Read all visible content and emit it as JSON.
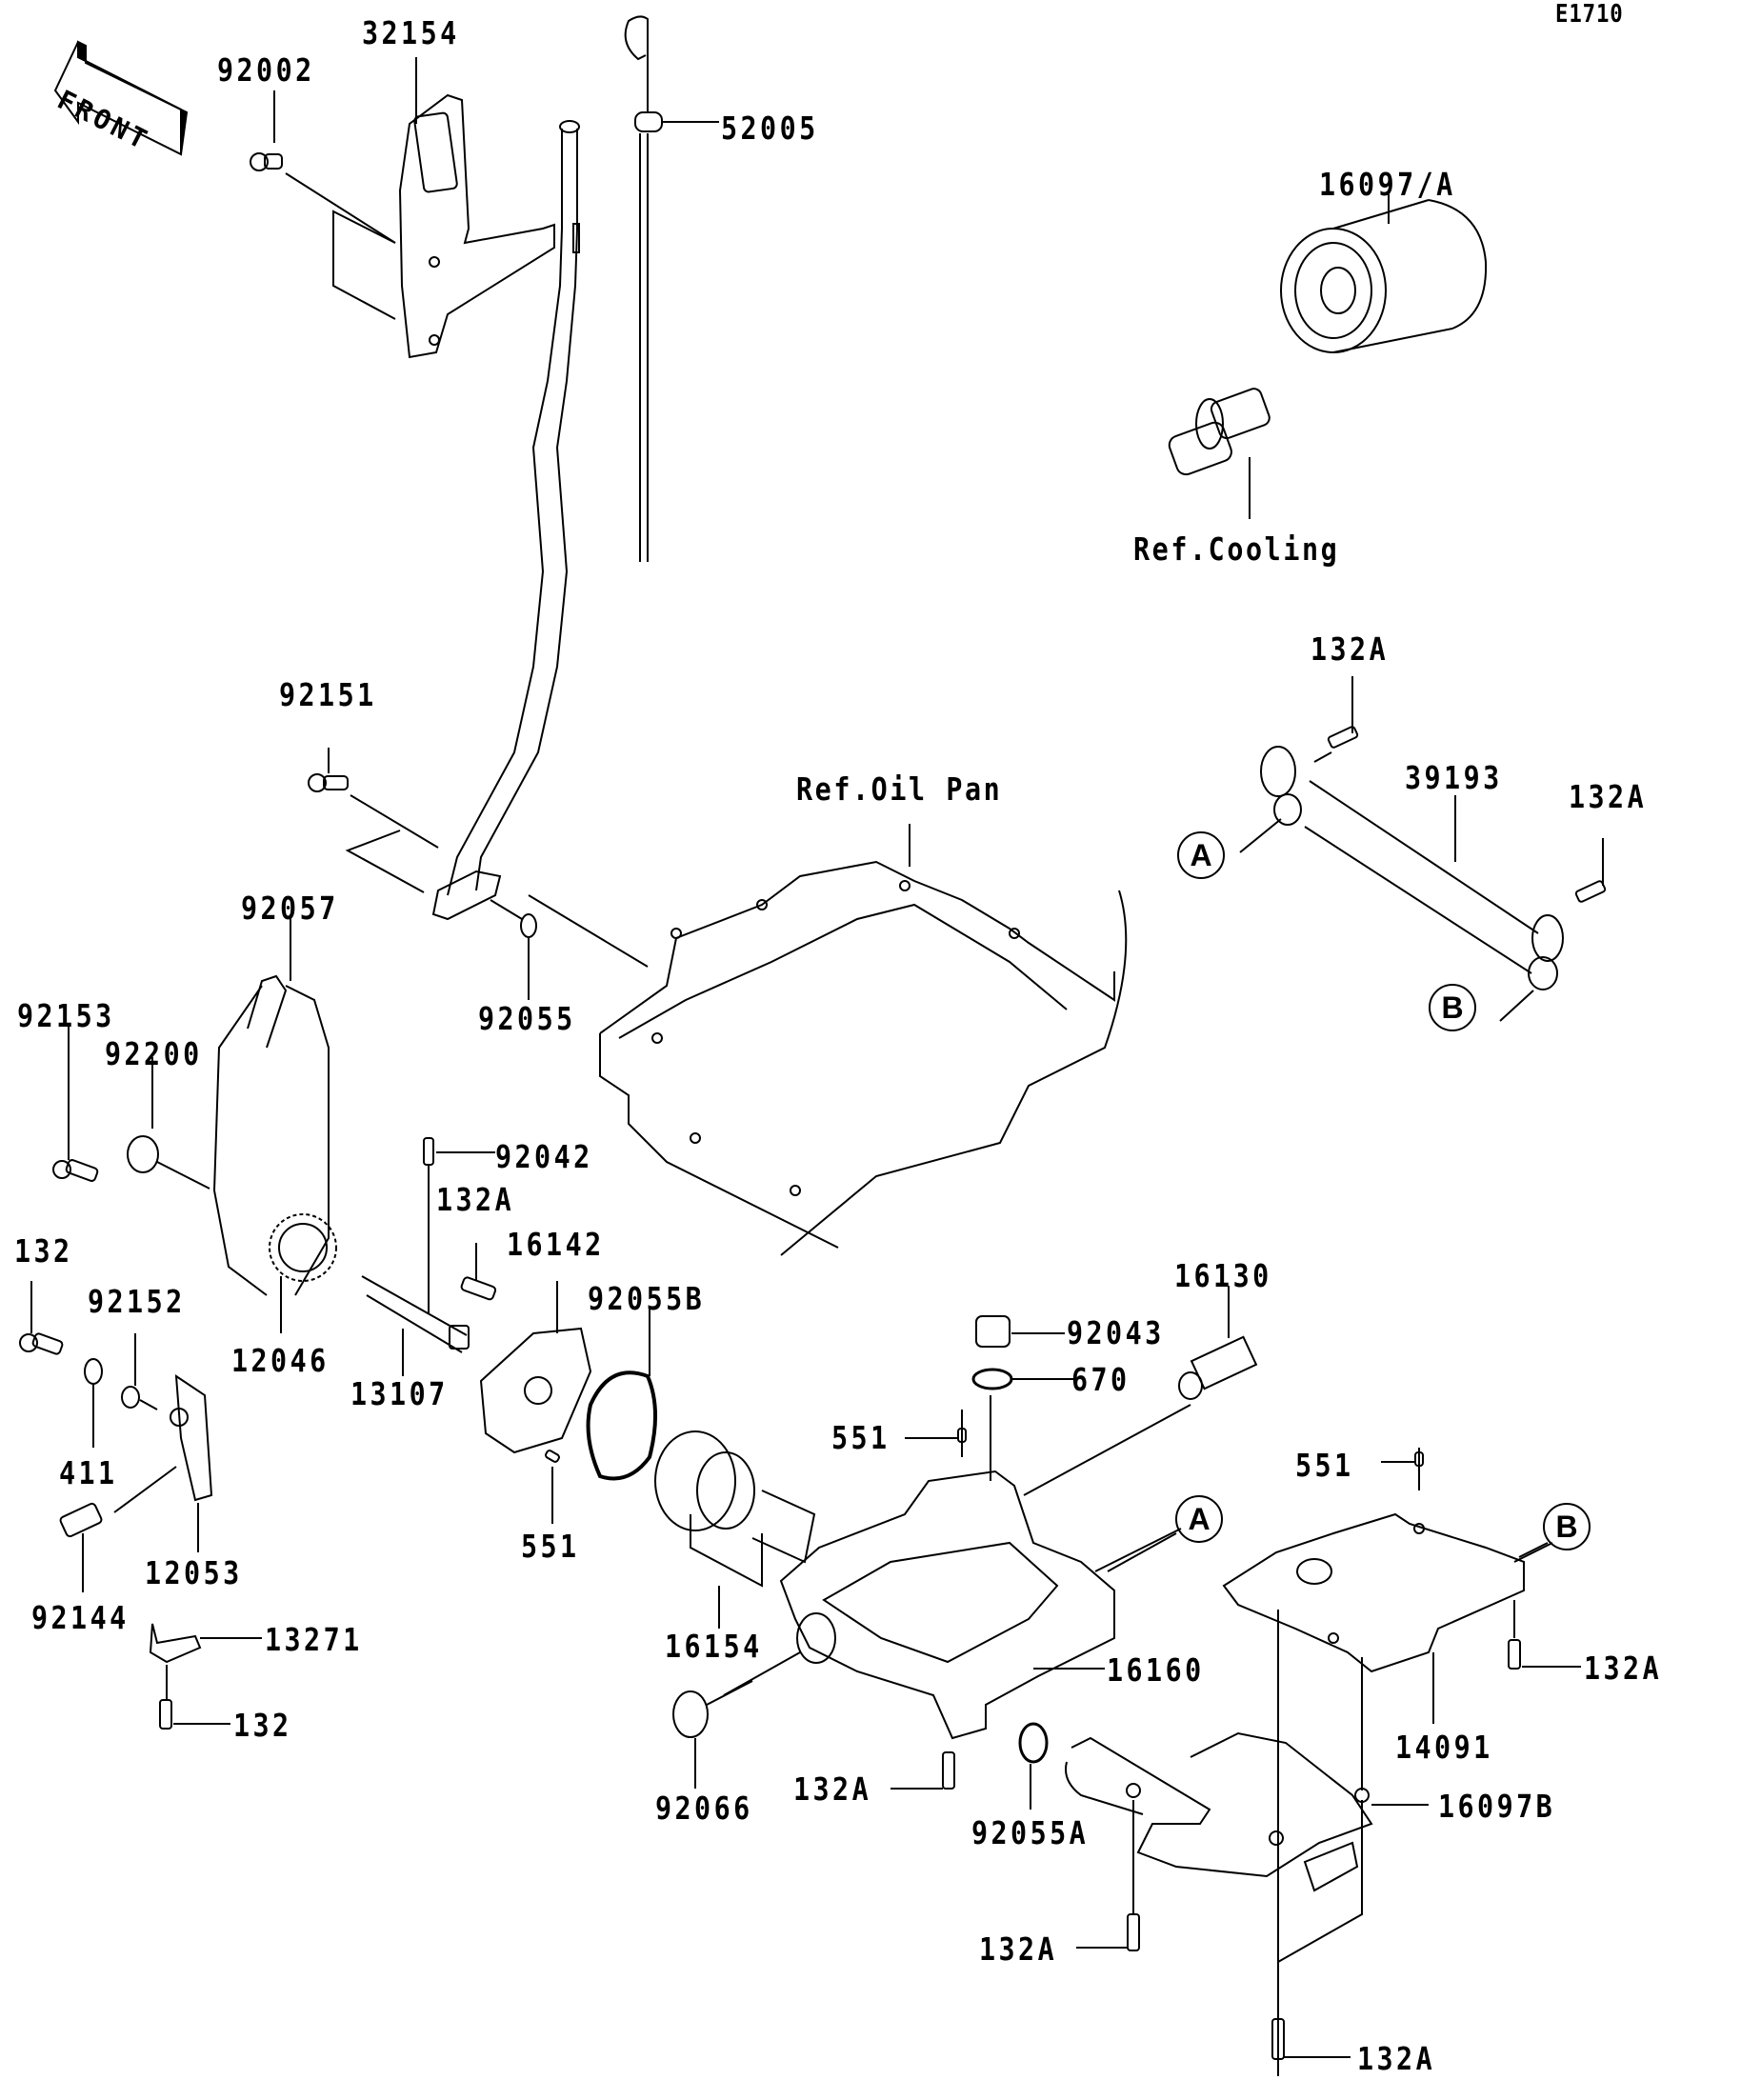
{
  "diagram": {
    "code": "E1710",
    "direction_indicator": "FRONT",
    "references": {
      "cooling": "Ref.Cooling",
      "oil_pan": "Ref.Oil Pan"
    },
    "callout_markers": {
      "a1": "A",
      "b1": "B",
      "a2": "A",
      "b2": "B"
    },
    "parts": {
      "p32154": "32154",
      "p92002": "92002",
      "p52005": "52005",
      "p16097a": "16097/A",
      "p92151": "92151",
      "p132a_top": "132A",
      "p39193": "39193",
      "p132a_right": "132A",
      "p92057": "92057",
      "p92055": "92055",
      "p92153": "92153",
      "p92200": "92200",
      "p92042": "92042",
      "p132a_pump": "132A",
      "p16142": "16142",
      "p132": "132",
      "p92152": "92152",
      "p12046": "12046",
      "p13107": "13107",
      "p92055b": "92055B",
      "p16130": "16130",
      "p92043": "92043",
      "p670": "670",
      "p551_mid": "551",
      "p551_right": "551",
      "p411": "411",
      "p551_pump": "551",
      "p12053": "12053",
      "p16154": "16154",
      "p92144": "92144",
      "p13271": "13271",
      "p132_bottom": "132",
      "p16160": "16160",
      "p132a_b": "132A",
      "p14091": "14091",
      "p92066": "92066",
      "p132a_c": "132A",
      "p92055a": "92055A",
      "p16097b": "16097B",
      "p132a_d": "132A",
      "p132a_e": "132A"
    }
  }
}
